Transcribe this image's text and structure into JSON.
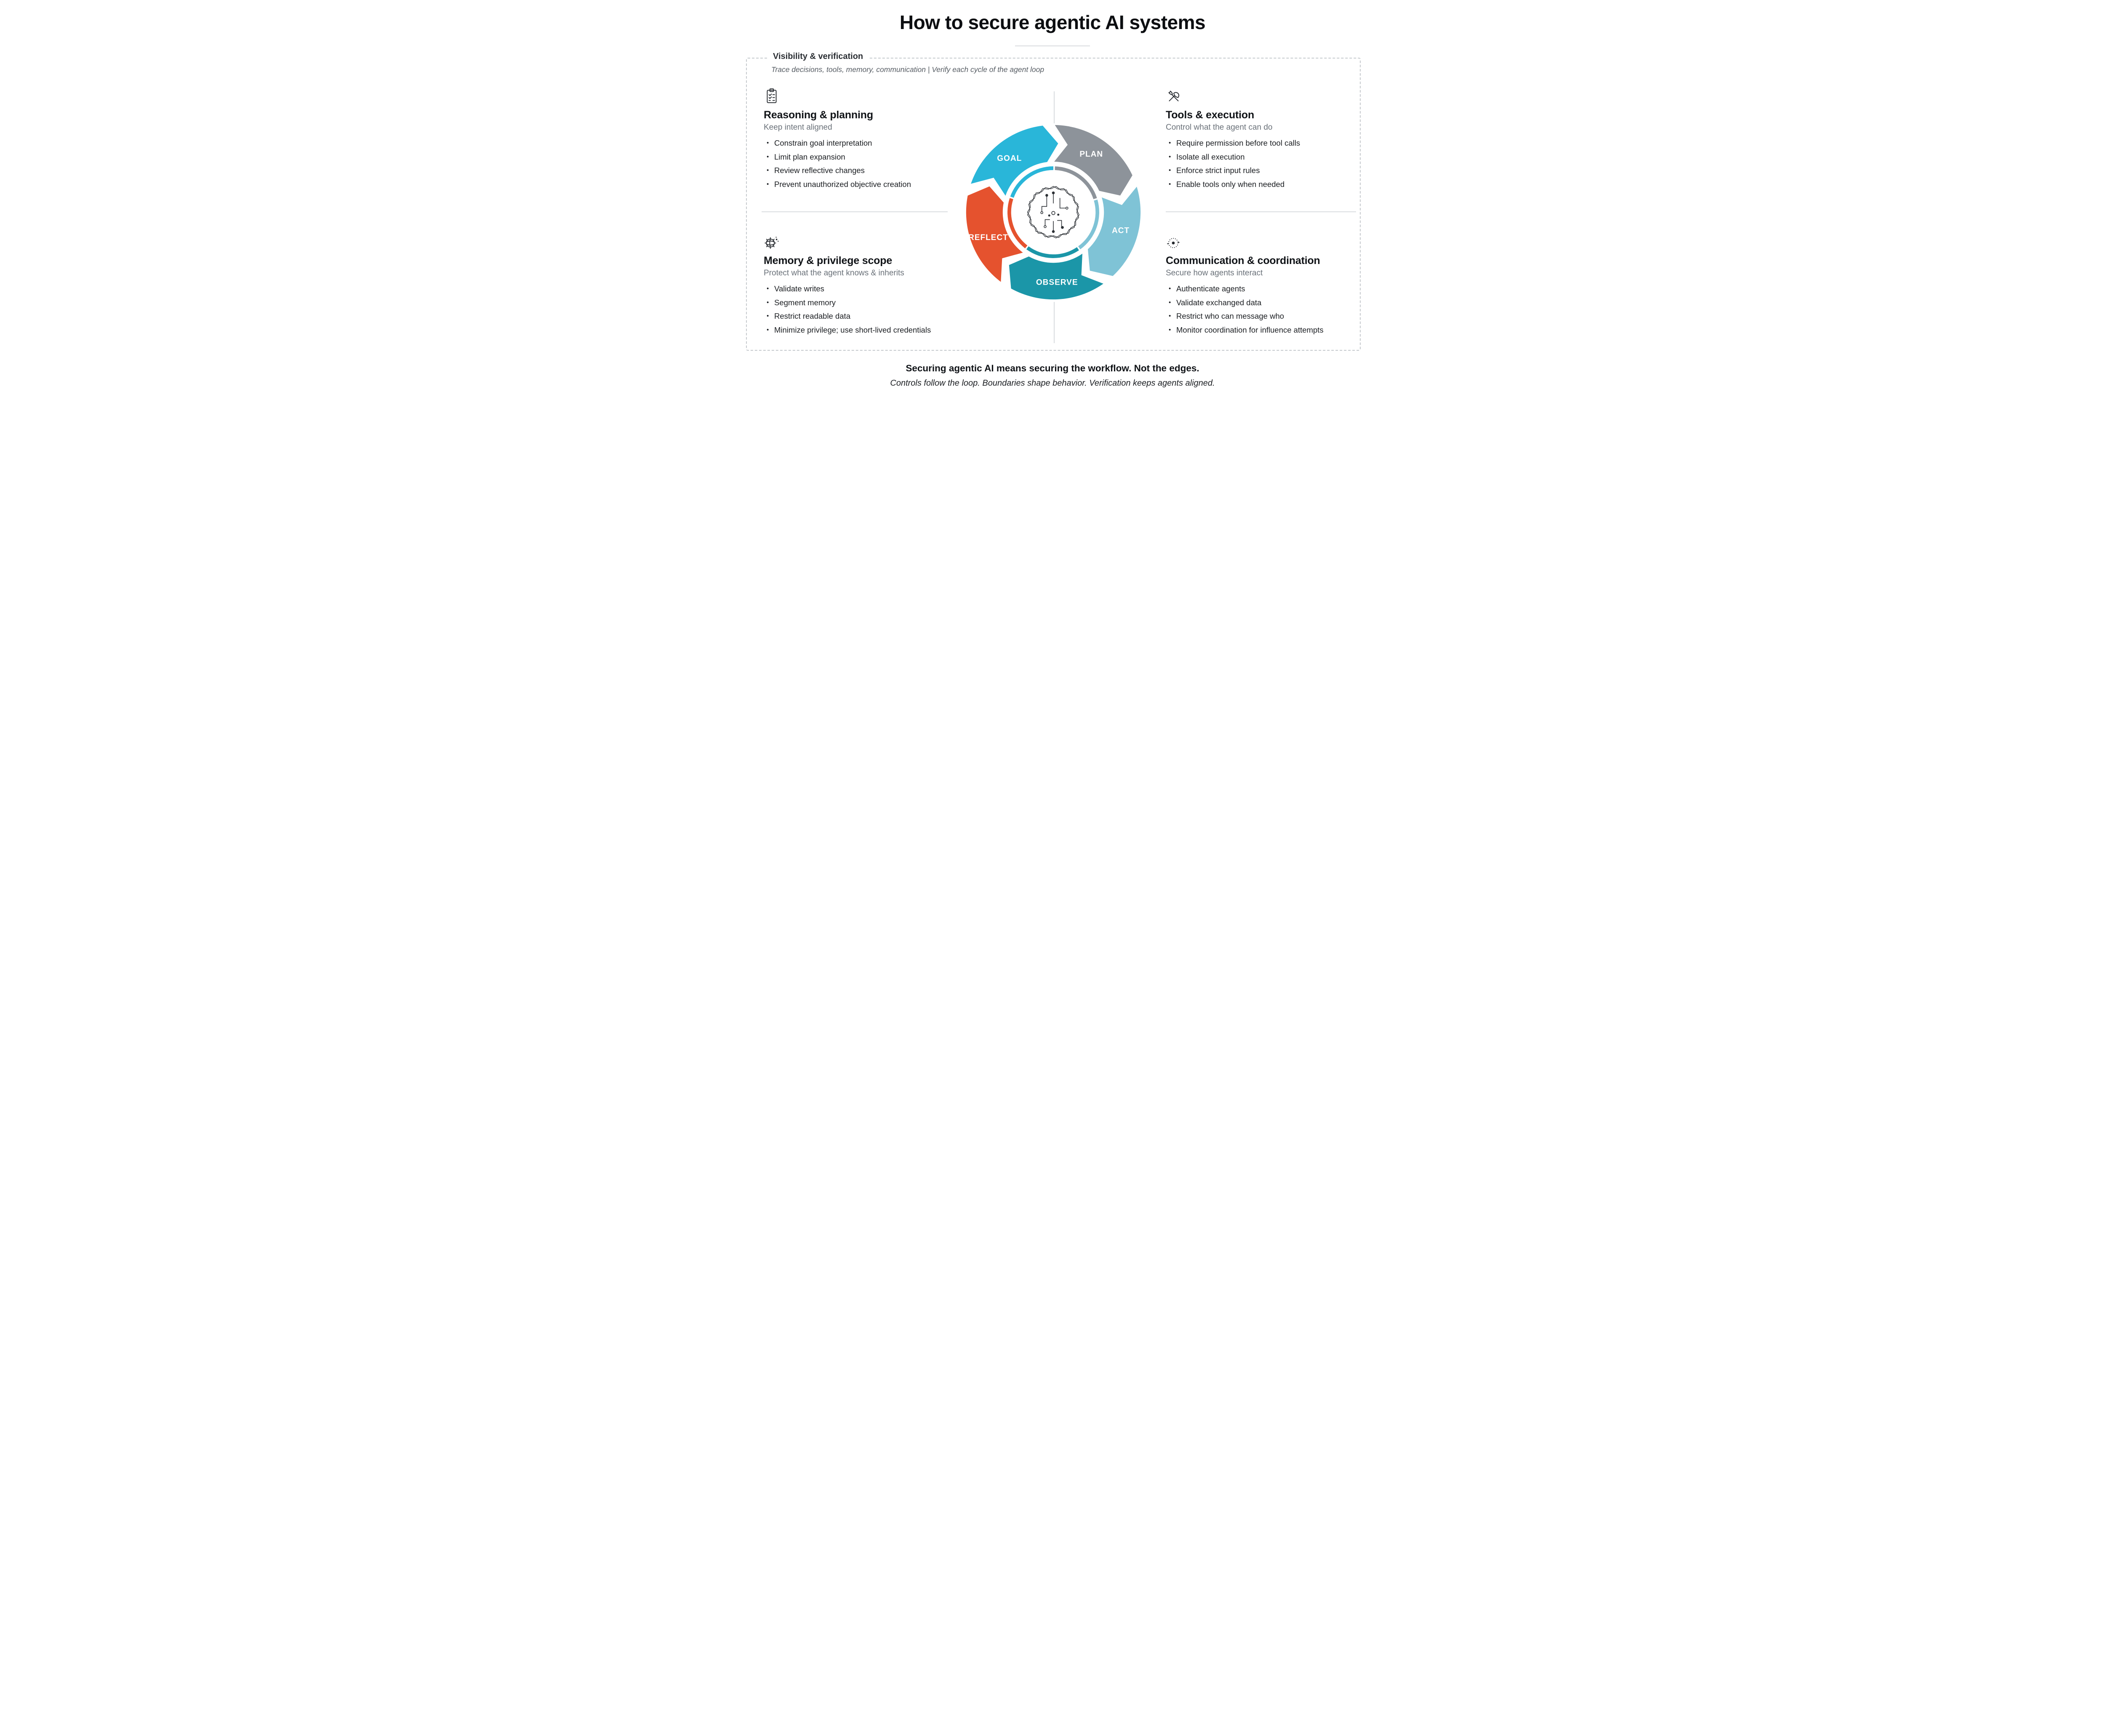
{
  "title": "How to secure agentic AI systems",
  "frame": {
    "label": "Visibility & verification",
    "subtitle": "Trace decisions, tools, memory, communication | Verify each cycle of the agent loop"
  },
  "sections": {
    "reasoning": {
      "icon": "checklist-icon",
      "title": "Reasoning & planning",
      "subtitle": "Keep intent aligned",
      "items": [
        "Constrain goal interpretation",
        "Limit plan expansion",
        "Review reflective changes",
        "Prevent unauthorized objective creation"
      ]
    },
    "tools": {
      "icon": "crossed-tools-icon",
      "title": "Tools & execution",
      "subtitle": "Control what the agent can do",
      "items": [
        "Require permission before tool calls",
        "Isolate all execution",
        "Enforce strict input rules",
        "Enable tools only when needed"
      ]
    },
    "memory": {
      "icon": "brain-gear-icon",
      "title": "Memory & privilege scope",
      "subtitle": "Protect what the agent knows & inherits",
      "items": [
        "Validate writes",
        "Segment memory",
        "Restrict readable data",
        "Minimize privilege; use short-lived credentials"
      ]
    },
    "communication": {
      "icon": "network-node-icon",
      "title": "Communication & coordination",
      "subtitle": "Secure how agents interact",
      "items": [
        "Authenticate agents",
        "Validate exchanged data",
        "Restrict who can message who",
        "Monitor coordination for influence attempts"
      ]
    }
  },
  "loop": {
    "center_icon": "circuit-brain-icon",
    "segments": [
      {
        "label": "GOAL",
        "color": "#29b6d9"
      },
      {
        "label": "PLAN",
        "color": "#8d939a"
      },
      {
        "label": "ACT",
        "color": "#7fc3d6"
      },
      {
        "label": "OBSERVE",
        "color": "#1b96a8"
      },
      {
        "label": "REFLECT",
        "color": "#e5522e"
      }
    ]
  },
  "footer": {
    "bold": "Securing agentic AI means securing the workflow. Not the edges.",
    "italic": "Controls follow the loop. Boundaries shape behavior. Verification keeps agents aligned."
  }
}
